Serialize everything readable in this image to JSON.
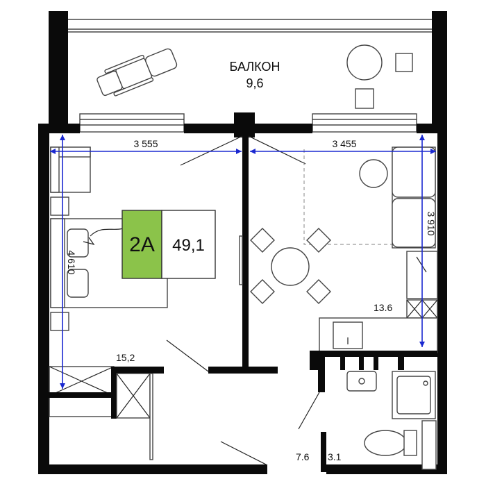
{
  "plan": {
    "balcony": {
      "name": "БАЛКОН",
      "area": "9,6"
    },
    "unit": {
      "type": "2А",
      "area": "49,1",
      "type_color": "#8bc34a"
    },
    "rooms": {
      "bedroom_area": "15,2",
      "kitchen_area": "13.6",
      "hall_area": "7.6",
      "bath_area": "3.1"
    },
    "dimensions": {
      "bedroom_width": "3 555",
      "kitchen_width": "3 455",
      "bedroom_depth": "4 610",
      "kitchen_depth": "3 910"
    },
    "colors": {
      "dimension": "#1a28d0",
      "wall": "#0a0a0a"
    }
  }
}
